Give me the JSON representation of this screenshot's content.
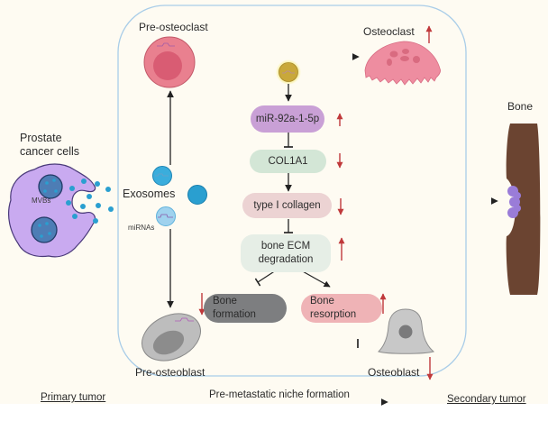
{
  "diagram": {
    "context_labels": {
      "primary_tumor": "Primary tumor",
      "secondary_tumor": "Secondary tumor",
      "niche_formation": "Pre-metastatic niche formation"
    },
    "cells": {
      "prostate_cancer_cells": "Prostate\ncancer cells",
      "mvbs": "MVBs",
      "exosomes": "Exosomes",
      "mirnas": "miRNAs",
      "pre_osteoclast": "Pre-osteoclast",
      "osteoclast": "Osteoclast",
      "pre_osteoblast": "Pre-osteoblast",
      "osteoblast": "Osteoblast",
      "bone": "Bone"
    },
    "pathway": [
      {
        "id": "mir",
        "label": "miR-92a-1-5p",
        "trend": "up",
        "color": "#c9a0d6"
      },
      {
        "id": "col1a1",
        "label": "COL1A1",
        "trend": "down",
        "color": "#d3e6d6"
      },
      {
        "id": "collagen",
        "label": "type Ⅰ collagen",
        "trend": "down",
        "color": "#ecd3d3"
      },
      {
        "id": "ecm",
        "label": "bone ECM\ndegradation",
        "trend": "up",
        "color": "#e6eee6"
      }
    ],
    "outcomes": {
      "bone_formation": {
        "label": "Bone\nformation",
        "trend": "down",
        "color": "#7d7e80"
      },
      "bone_resorption": {
        "label": "Bone\nresorption",
        "trend": "up",
        "color": "#efb3b6"
      }
    },
    "trends": {
      "osteoclast": "up",
      "osteoblast": "down"
    },
    "colors": {
      "trend_arrow": "#c0393b",
      "niche_border": "#a9cde8",
      "exosome": "#2a9fd0",
      "cancer_cell": "#c9aaf0",
      "bone": "#6b4431"
    }
  }
}
